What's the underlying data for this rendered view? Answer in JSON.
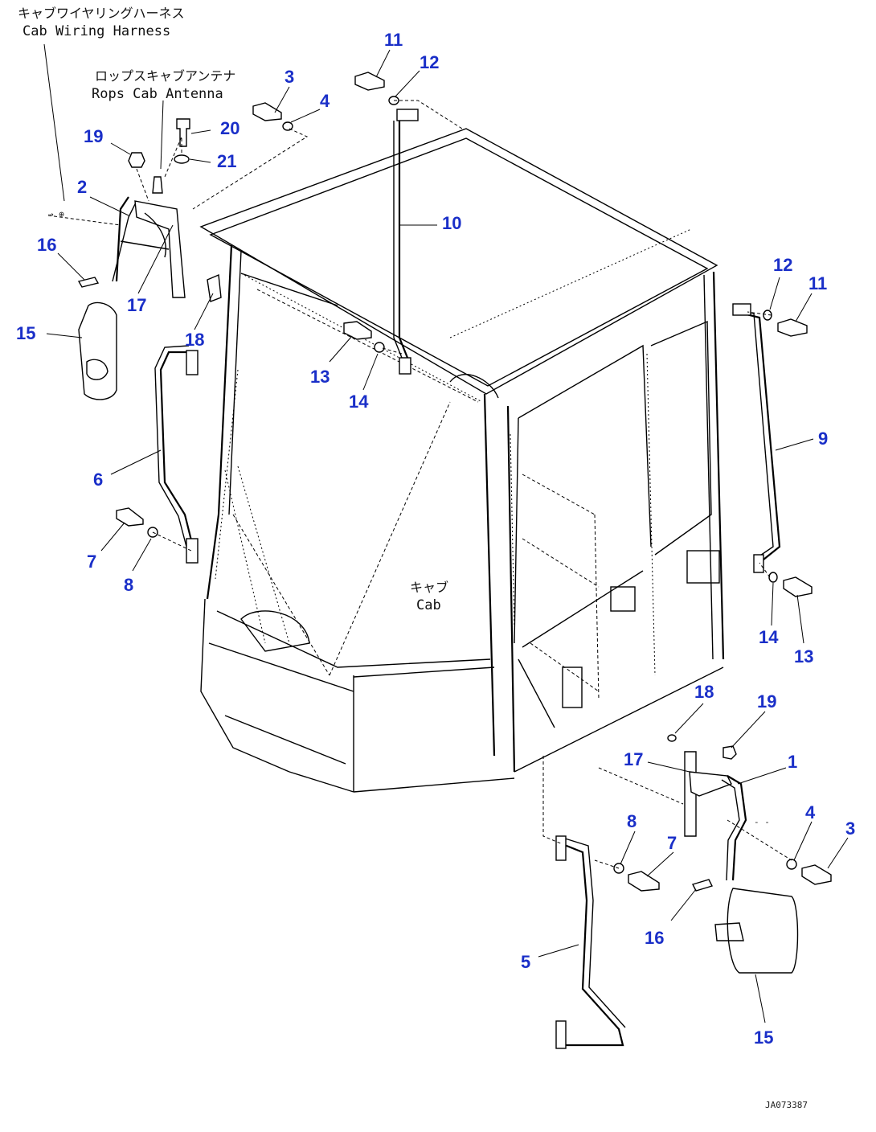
{
  "labels": {
    "harness_jp": "キャブワイヤリングハーネス",
    "harness_en": "Cab Wiring Harness",
    "antenna_jp": "ロップスキャブアンテナ",
    "antenna_en": "Rops Cab Antenna",
    "cab_jp": "キャブ",
    "cab_en": "Cab",
    "drawing_ref": "JA073387"
  },
  "callouts": [
    {
      "id": "c11a",
      "text": "11"
    },
    {
      "id": "c12a",
      "text": "12"
    },
    {
      "id": "c3a",
      "text": "3"
    },
    {
      "id": "c4a",
      "text": "4"
    },
    {
      "id": "c20",
      "text": "20"
    },
    {
      "id": "c19a",
      "text": "19"
    },
    {
      "id": "c21",
      "text": "21"
    },
    {
      "id": "c2",
      "text": "2"
    },
    {
      "id": "c10",
      "text": "10"
    },
    {
      "id": "c16a",
      "text": "16"
    },
    {
      "id": "c17a",
      "text": "17"
    },
    {
      "id": "c15a",
      "text": "15"
    },
    {
      "id": "c18a",
      "text": "18"
    },
    {
      "id": "c12b",
      "text": "12"
    },
    {
      "id": "c11b",
      "text": "11"
    },
    {
      "id": "c13a",
      "text": "13"
    },
    {
      "id": "c14a",
      "text": "14"
    },
    {
      "id": "c9",
      "text": "9"
    },
    {
      "id": "c6",
      "text": "6"
    },
    {
      "id": "c7a",
      "text": "7"
    },
    {
      "id": "c8a",
      "text": "8"
    },
    {
      "id": "c14b",
      "text": "14"
    },
    {
      "id": "c13b",
      "text": "13"
    },
    {
      "id": "c18b",
      "text": "18"
    },
    {
      "id": "c19b",
      "text": "19"
    },
    {
      "id": "c17b",
      "text": "17"
    },
    {
      "id": "c1",
      "text": "1"
    },
    {
      "id": "c4b",
      "text": "4"
    },
    {
      "id": "c3b",
      "text": "3"
    },
    {
      "id": "c8b",
      "text": "8"
    },
    {
      "id": "c7b",
      "text": "7"
    },
    {
      "id": "c16b",
      "text": "16"
    },
    {
      "id": "c5",
      "text": "5"
    },
    {
      "id": "c15b",
      "text": "15"
    }
  ]
}
